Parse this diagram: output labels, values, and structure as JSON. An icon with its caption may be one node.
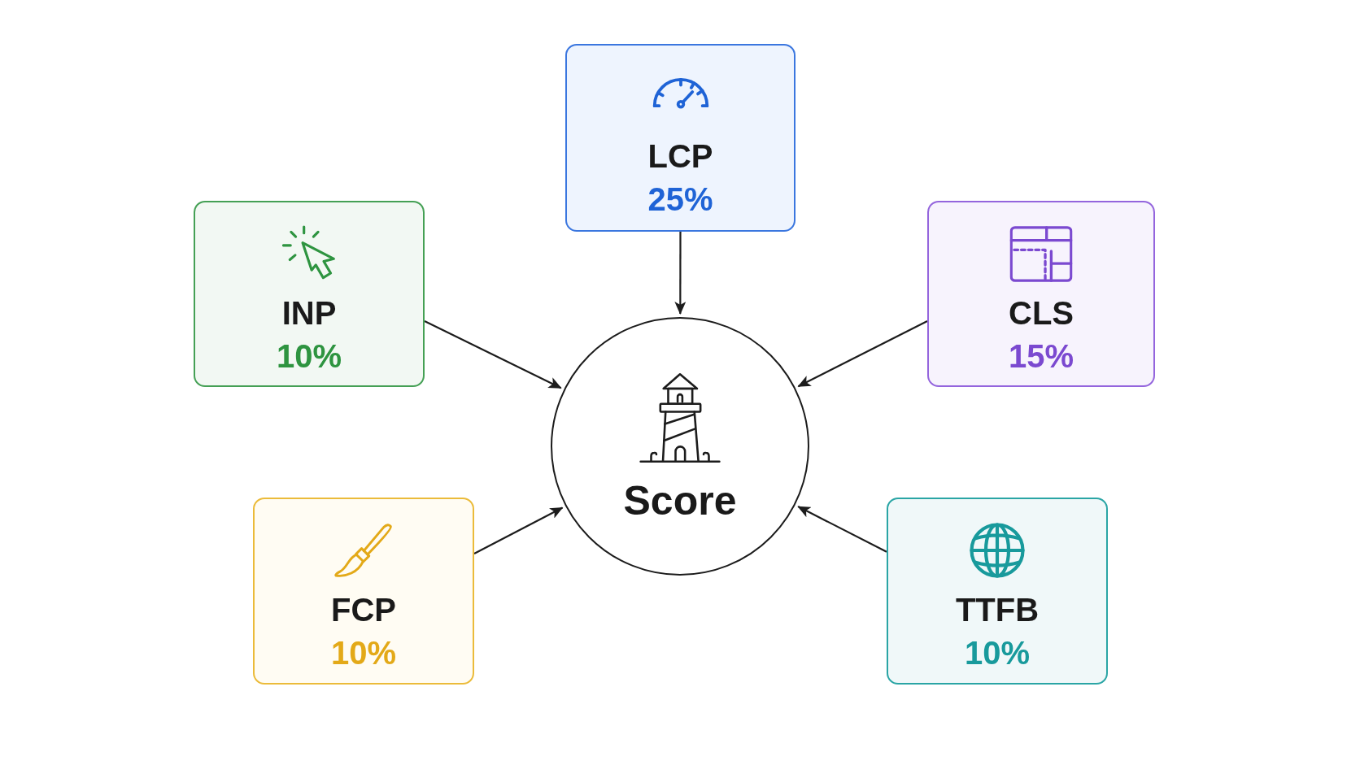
{
  "diagram": {
    "nodes": [
      {
        "text": [
          "LCP",
          "25%"
        ]
      },
      {
        "text": [
          "INP",
          "10%"
        ]
      },
      {
        "text": [
          "CLS",
          "15%"
        ]
      },
      {
        "text": [
          "Score"
        ]
      },
      {
        "text": [
          "FCP",
          "10%"
        ]
      },
      {
        "text": [
          "TTFB",
          "10%"
        ]
      }
    ],
    "edges": [
      {
        "from": 0,
        "to": 3,
        "arrow": "to"
      },
      {
        "from": 1,
        "to": 3,
        "arrow": "to"
      },
      {
        "from": 2,
        "to": 3,
        "arrow": "to"
      },
      {
        "from": 4,
        "to": 3,
        "arrow": "to"
      },
      {
        "from": 5,
        "to": 3,
        "arrow": "to"
      }
    ]
  }
}
